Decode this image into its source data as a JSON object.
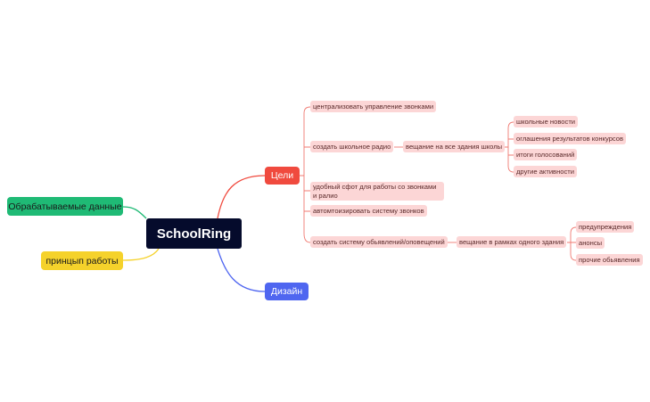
{
  "root": {
    "label": "SchoolRing"
  },
  "left_nodes": [
    {
      "label": "Обрабатываемые данные",
      "color": "#1fba75"
    },
    {
      "label": "принцып работы",
      "color": "#f5d22b"
    }
  ],
  "goals": {
    "label": "Цели",
    "color": "#f04a3e",
    "items": [
      {
        "label": "централизовать управление звонками"
      },
      {
        "label": "создать школьное радио",
        "child": {
          "label": "вещание на все здания школы",
          "children": [
            "школьные новости",
            "оглашения результатов конкурсов",
            "итоги голосований",
            "другие активности"
          ]
        }
      },
      {
        "label": "удобный сфот для работы со звонками и ралио"
      },
      {
        "label": "автомтоизировать систему звонков"
      },
      {
        "label": "создать систему обьявлений/оповещений",
        "child": {
          "label": "вещание в рамках одного здания",
          "children": [
            "предупреждения",
            "анонсы",
            "прочие обьявления"
          ]
        }
      }
    ]
  },
  "design": {
    "label": "Дизайн",
    "color": "#4f66f0"
  },
  "colors": {
    "sub_bg": "#fcd6d6",
    "sub_line": "#f07a72",
    "root_bg": "#050b2c"
  }
}
